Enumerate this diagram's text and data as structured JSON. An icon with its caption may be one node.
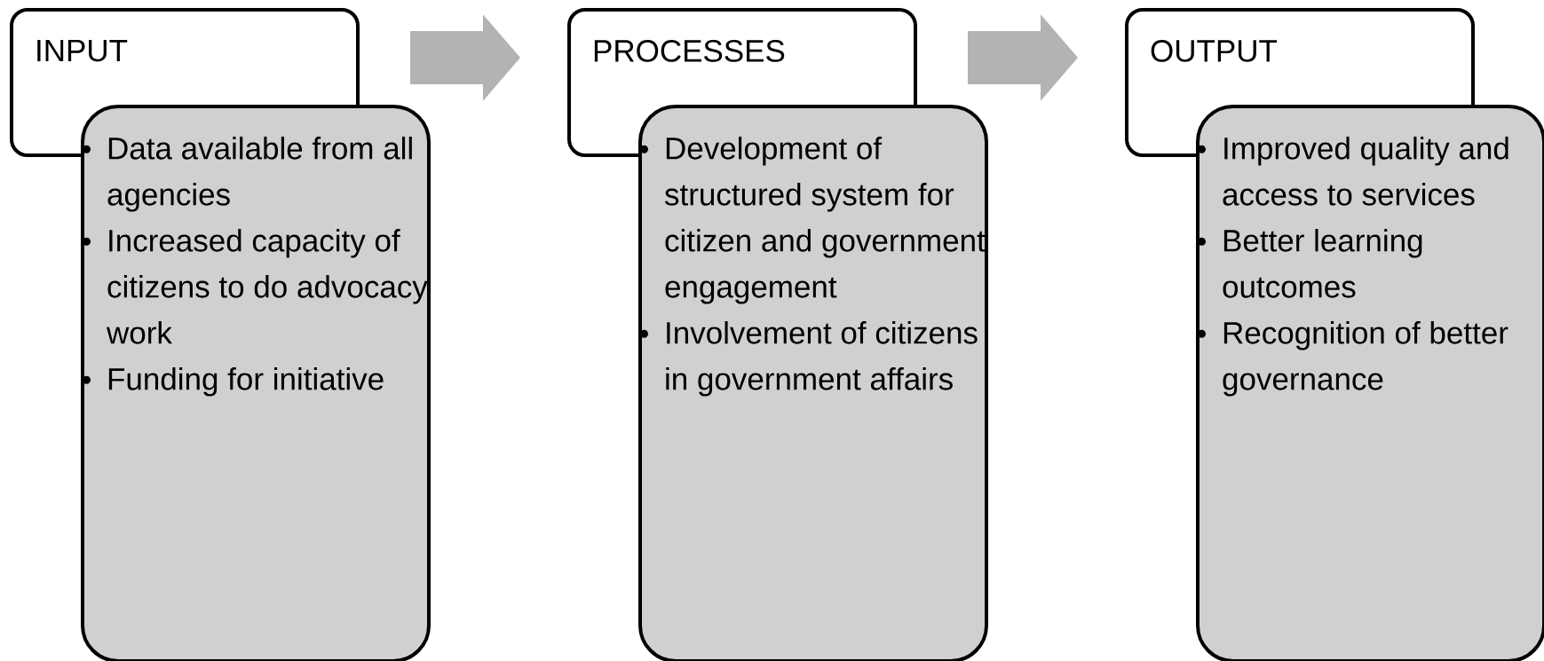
{
  "diagram": {
    "nodes": [
      {
        "text": [
          "INPUT"
        ]
      },
      {
        "text": [
          "Data available from all agencies",
          "Increased capacity of citizens to do advocacy work",
          "Funding for initiative"
        ]
      },
      {
        "text": [
          "PROCESSES"
        ]
      },
      {
        "text": [
          "Development of structured system for citizen and government engagement",
          "Involvement of citizens in government affairs"
        ]
      },
      {
        "text": [
          "OUTPUT"
        ]
      },
      {
        "text": [
          "Improved quality and access to services",
          "Better learning outcomes",
          "Recognition of better governance"
        ]
      }
    ],
    "edges": [
      {
        "from": 0,
        "to": 2,
        "arrow": "to"
      },
      {
        "from": 2,
        "to": 4,
        "arrow": "to"
      }
    ]
  }
}
